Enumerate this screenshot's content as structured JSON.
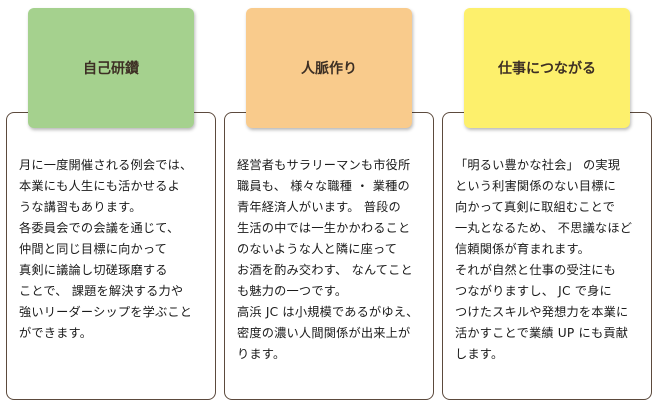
{
  "columns": [
    {
      "title": "自己研鑽",
      "color": "#a5d18e",
      "body": "月に一度開催される例会では、\n本業にも人生にも活かせるよ\nうな講習もあります。\n各委員会での会議を通じて、\n仲間と同じ目標に向かって\n真剣に議論し切磋琢磨する\nことで、 課題を解決する力や\n強いリーダーシップを学ぶこと\nができます。"
    },
    {
      "title": "人脈作り",
      "color": "#f9cb8c",
      "body": "経営者もサラリーマンも市役所\n職員も、 様々な職種 ・ 業種の\n青年経済人がいます。 普段の\n生活の中では一生かかわること\nのないような人と隣に座って\nお酒を酌み交わす、 なんてこと\nも魅力の一つです。\n高浜 JC は小規模であるがゆえ、\n密度の濃い人間関係が出来上が\nります。"
    },
    {
      "title": "仕事につながる",
      "color": "#fdf06c",
      "body": "「明るい豊かな社会」 の実現\nという利害関係のない目標に\n向かって真剣に取組むことで\n一丸となるため、 不思議なほど\n信頼関係が育まれます。\nそれが自然と仕事の受注にも\nつながりますし、 JC で身に\nつけたスキルや発想力を本業に\n活かすことで業績 UP にも貢献\nします。"
    }
  ]
}
